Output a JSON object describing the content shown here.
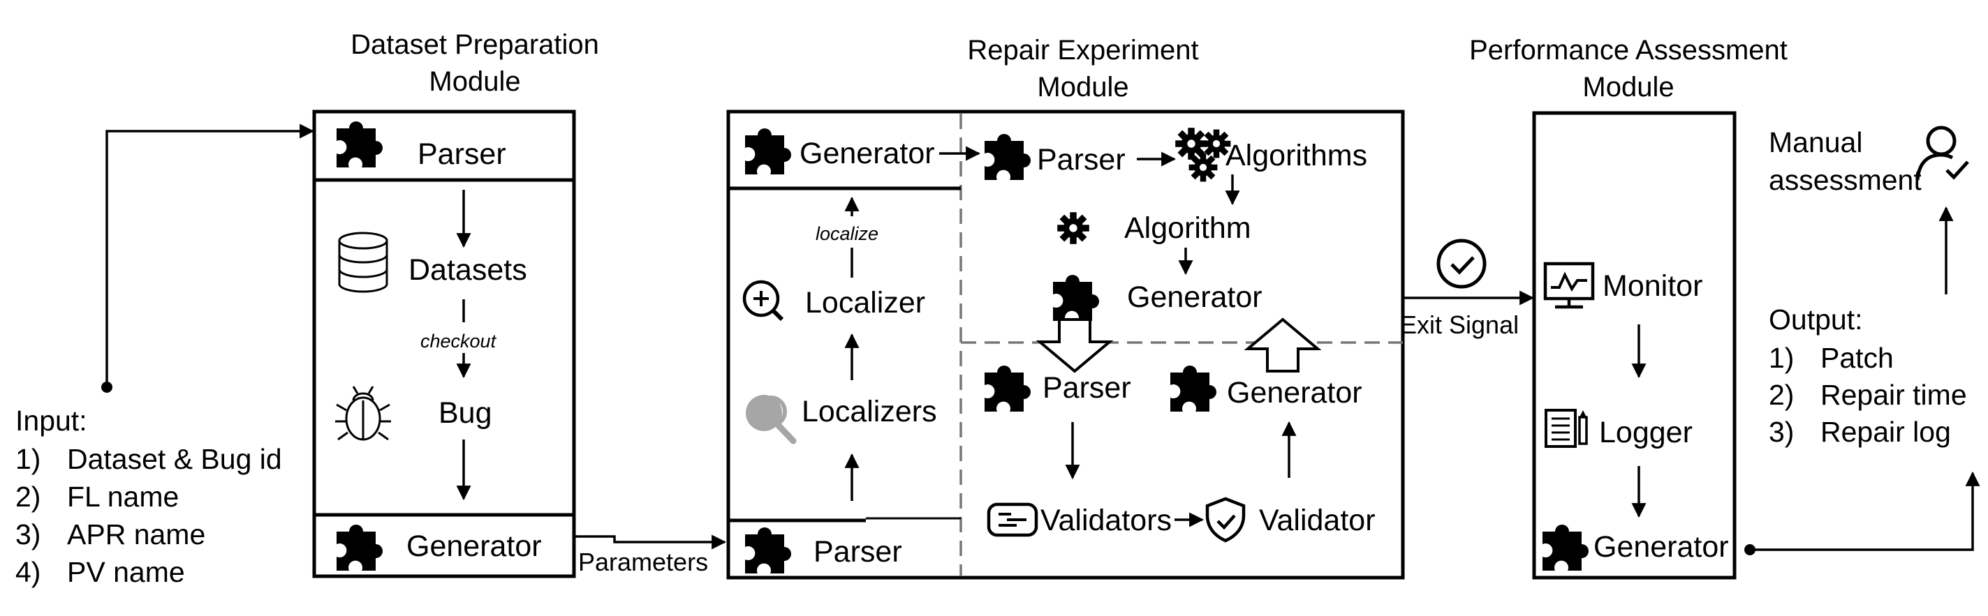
{
  "modules": {
    "dataset_title": [
      "Dataset Preparation",
      "Module"
    ],
    "repair_title": [
      "Repair Experiment",
      "Module"
    ],
    "performance_title": [
      "Performance Assessment",
      "Module"
    ]
  },
  "input": {
    "title": "Input:",
    "items": [
      {
        "num": "1)",
        "text": "Dataset & Bug id"
      },
      {
        "num": "2)",
        "text": "FL name"
      },
      {
        "num": "3)",
        "text": "APR name"
      },
      {
        "num": "4)",
        "text": "PV name"
      }
    ]
  },
  "dataset_module": {
    "parser": "Parser",
    "datasets": "Datasets",
    "checkout": "checkout",
    "bug": "Bug",
    "generator": "Generator"
  },
  "parameters_label": "Parameters",
  "repair_module": {
    "generator_top": "Generator",
    "localize": "localize",
    "localizer": "Localizer",
    "localizers": "Localizers",
    "parser_bottom": "Parser",
    "parser_top": "Parser",
    "algorithms": "Algorithms",
    "algorithm": "Algorithm",
    "generator_mid": "Generator",
    "parser_lower": "Parser",
    "generator_lower": "Generator",
    "validators": "Validators",
    "validator": "Validator"
  },
  "exit_signal": "Exit Signal",
  "performance_module": {
    "monitor": "Monitor",
    "logger": "Logger",
    "generator": "Generator"
  },
  "manual_assessment": [
    "Manual",
    "assessment"
  ],
  "output": {
    "title": "Output:",
    "items": [
      {
        "num": "1)",
        "text": "Patch"
      },
      {
        "num": "2)",
        "text": "Repair time"
      },
      {
        "num": "3)",
        "text": "Repair log"
      }
    ]
  }
}
